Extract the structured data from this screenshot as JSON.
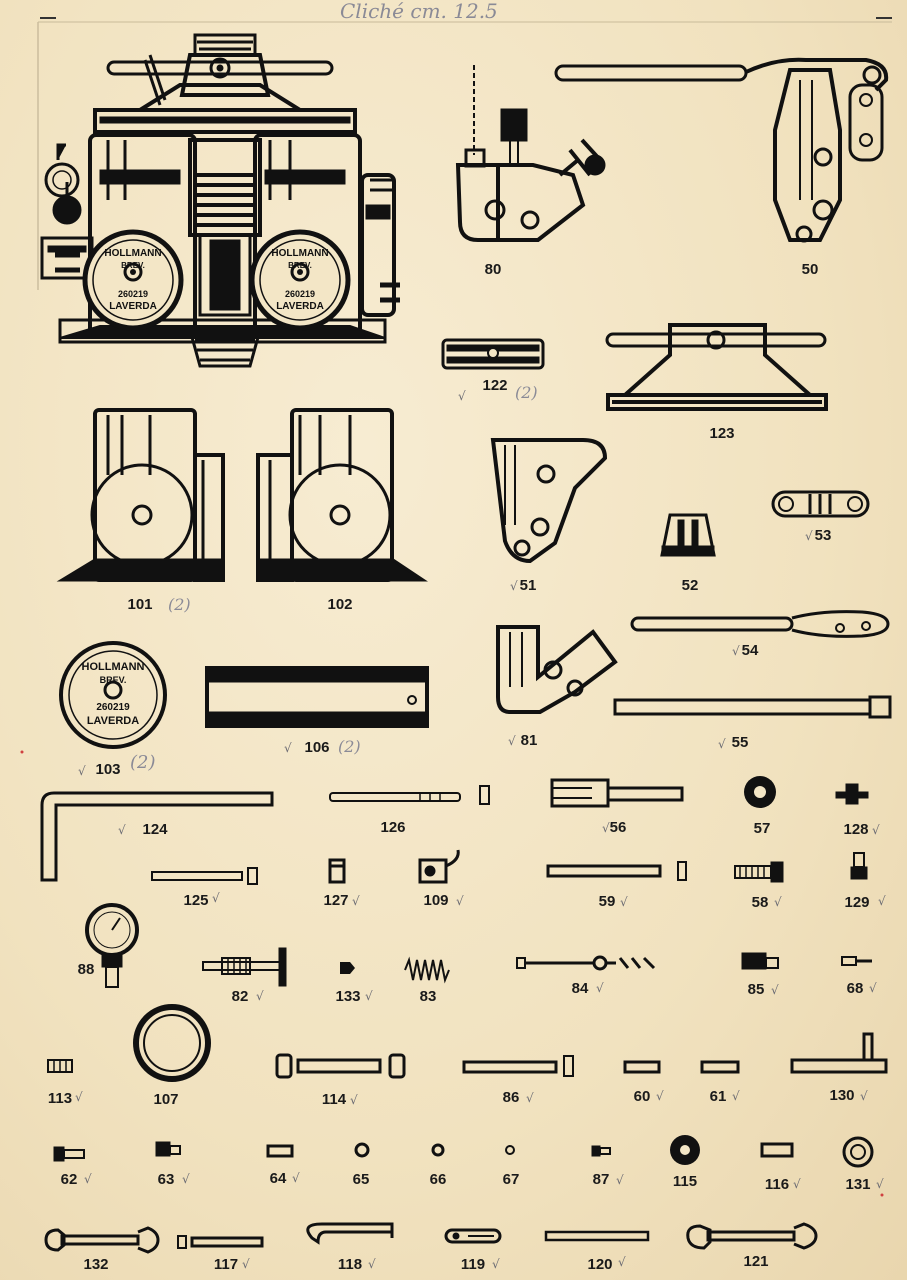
{
  "header_note": "Cliché cm. 12.5",
  "emblem": {
    "brand": "HOLLMANN",
    "brev": "BREV.",
    "number": "260219",
    "maker": "LAVERDA"
  },
  "marks": {
    "tick": "√",
    "qty2": "(2)"
  },
  "labels": {
    "p80": "80",
    "p50": "50",
    "p122": "122",
    "p123": "123",
    "p101": "101",
    "p102": "102",
    "p51": "51",
    "p52": "52",
    "p53": "53",
    "p54": "54",
    "p103": "103",
    "p106": "106",
    "p81": "81",
    "p55": "55",
    "p124": "124",
    "p126": "126",
    "p56": "56",
    "p57": "57",
    "p128": "128",
    "p125": "125",
    "p127": "127",
    "p109": "109",
    "p59": "59",
    "p58": "58",
    "p129": "129",
    "p88": "88",
    "p82": "82",
    "p133": "133",
    "p83": "83",
    "p84": "84",
    "p85": "85",
    "p68": "68",
    "p113": "113",
    "p107": "107",
    "p114": "114",
    "p86": "86",
    "p60": "60",
    "p61": "61",
    "p130": "130",
    "p62": "62",
    "p63": "63",
    "p64": "64",
    "p65": "65",
    "p66": "66",
    "p67": "67",
    "p87": "87",
    "p115": "115",
    "p116": "116",
    "p131": "131",
    "p132": "132",
    "p117": "117",
    "p118": "118",
    "p119": "119",
    "p120": "120",
    "p121": "121"
  }
}
